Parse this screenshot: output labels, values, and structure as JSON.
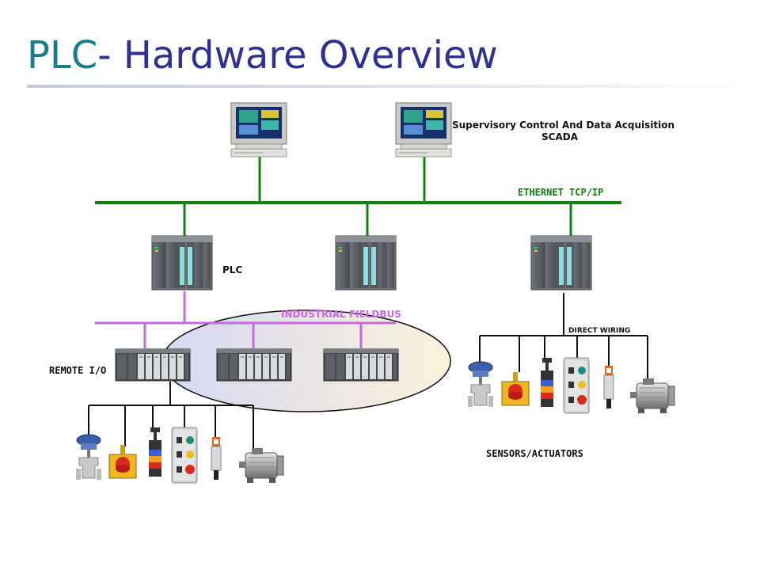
{
  "title": {
    "part1": "PLC",
    "part2": "- Hardware Overview"
  },
  "labels": {
    "scada_line1": "Supervisory Control And Data Acquisition",
    "scada_line2": "SCADA",
    "ethernet": "ETHERNET TCP/IP",
    "plc": "PLC",
    "fieldbus": "INDUSTRIAL FIELDBUS",
    "remote_io": "REMOTE I/O",
    "direct_wiring": "DIRECT WIRING",
    "sensors_actuators": "SENSORS/ACTUATORS"
  },
  "colors": {
    "title_plc": "#197d8f",
    "title_rest": "#2e3192",
    "ethernet_bus": "#108010",
    "fieldbus": "#c46be0",
    "wiring": "#111111"
  }
}
